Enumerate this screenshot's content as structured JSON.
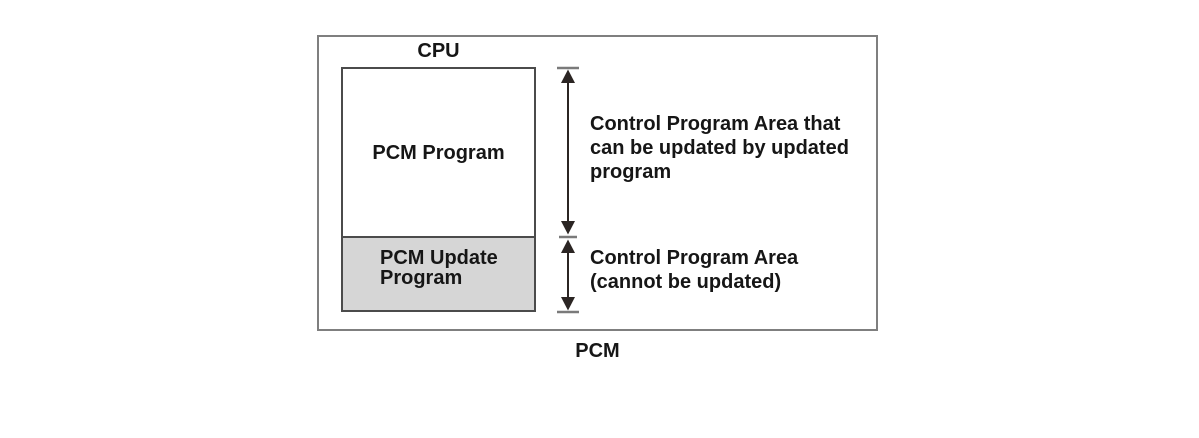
{
  "colors": {
    "background": "#ffffff",
    "outer-border": "#7f7f7f",
    "inner-border": "#4b4b4b",
    "gray-fill": "#d6d6d6",
    "text": "#161616",
    "arrow": "#2b2523",
    "tick": "#7a7a7a"
  },
  "diagram": {
    "cpu_label": "CPU",
    "pcm_label": "PCM",
    "program_area": {
      "label": "PCM Program"
    },
    "update_area": {
      "label_lines": [
        "PCM Update",
        "Program"
      ]
    },
    "annotations": {
      "updatable": {
        "lines": [
          "Control Program Area that",
          "can be updated by updated",
          "program"
        ]
      },
      "non_updatable": {
        "lines": [
          "Control Program Area",
          "(cannot be updated)"
        ]
      }
    },
    "icons": {
      "updatable_span_arrow": "double-headed-vertical-arrow-with-end-ticks",
      "non_updatable_span_arrow": "double-headed-vertical-arrow-with-end-ticks"
    }
  }
}
